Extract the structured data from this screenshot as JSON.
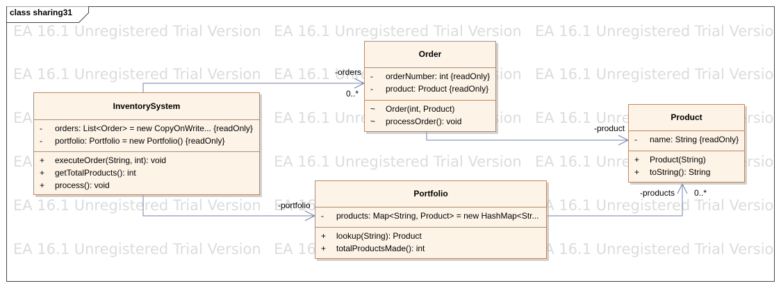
{
  "diagram": {
    "frame_title": "class sharing31",
    "watermark_text": "EA 16.1 Unregistered Trial Version"
  },
  "classes": {
    "order": {
      "name": "Order",
      "attributes": [
        {
          "visibility": "-",
          "text": "orderNumber: int {readOnly}"
        },
        {
          "visibility": "-",
          "text": "product: Product {readOnly}"
        }
      ],
      "operations": [
        {
          "visibility": "~",
          "text": "Order(int, Product)"
        },
        {
          "visibility": "~",
          "text": "processOrder(): void"
        }
      ]
    },
    "inventory": {
      "name": "InventorySystem",
      "attributes": [
        {
          "visibility": "-",
          "text": "orders: List<Order> = new CopyOnWrite... {readOnly}"
        },
        {
          "visibility": "-",
          "text": "portfolio: Portfolio = new Portfolio() {readOnly}"
        }
      ],
      "operations": [
        {
          "visibility": "+",
          "text": "executeOrder(String, int): void"
        },
        {
          "visibility": "+",
          "text": "getTotalProducts(): int"
        },
        {
          "visibility": "+",
          "text": "process(): void"
        }
      ]
    },
    "product": {
      "name": "Product",
      "attributes": [
        {
          "visibility": "-",
          "text": "name: String {readOnly}"
        }
      ],
      "operations": [
        {
          "visibility": "+",
          "text": "Product(String)"
        },
        {
          "visibility": "+",
          "text": "toString(): String"
        }
      ]
    },
    "portfolio": {
      "name": "Portfolio",
      "attributes": [
        {
          "visibility": "-",
          "text": "products: Map<String, Product> = new HashMap<Str..."
        }
      ],
      "operations": [
        {
          "visibility": "+",
          "text": "lookup(String): Product"
        },
        {
          "visibility": "+",
          "text": "totalProductsMade(): int"
        }
      ]
    }
  },
  "associations": {
    "orders_role": "-orders",
    "orders_mult": "0..*",
    "product_role": "-product",
    "portfolio_role": "-portfolio",
    "products_role": "-products",
    "products_mult": "0..*"
  }
}
